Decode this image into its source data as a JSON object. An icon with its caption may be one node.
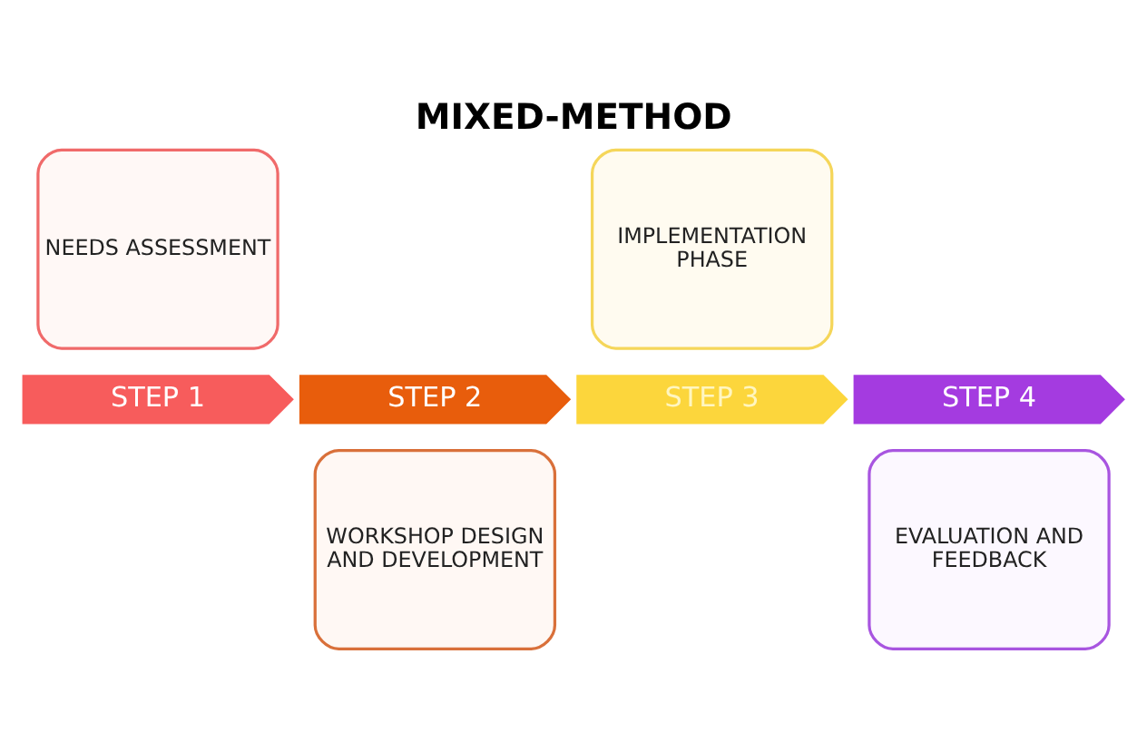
{
  "diagram": {
    "title": "MIXED-METHOD",
    "nodes": [
      {
        "text": [
          "NEEDS ASSESSMENT"
        ]
      },
      {
        "text": [
          "IMPLEMENTATION PHASE"
        ]
      },
      {
        "text": [
          "STEP 1"
        ]
      },
      {
        "text": [
          "STEP 2"
        ]
      },
      {
        "text": [
          "STEP 3"
        ]
      },
      {
        "text": [
          "STEP 4"
        ]
      },
      {
        "text": [
          "WORKSHOP DESIGN AND DEVELOPMENT"
        ]
      },
      {
        "text": [
          "EVALUATION AND FEEDBACK"
        ]
      }
    ],
    "edges": []
  }
}
